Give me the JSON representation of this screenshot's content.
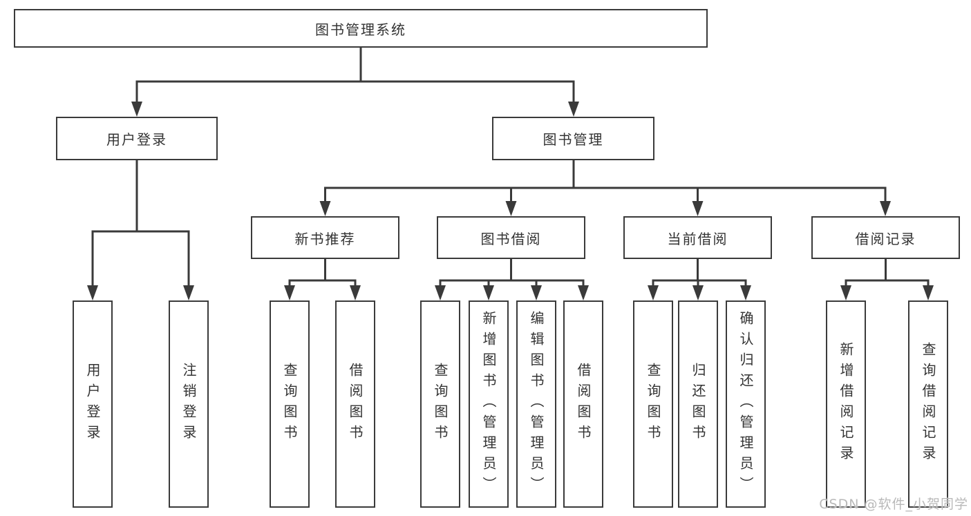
{
  "diagram": {
    "title": "图书管理系统",
    "level2": {
      "user_login": "用户登录",
      "book_mgmt": "图书管理"
    },
    "level3": {
      "new_book": "新书推荐",
      "book_borrow": "图书借阅",
      "current_borrow": "当前借阅",
      "borrow_record": "借阅记录"
    },
    "leaves": {
      "user_login": [
        "用户登录",
        "注销登录"
      ],
      "new_book": [
        "查询图书",
        "借阅图书"
      ],
      "book_borrow": [
        "查询图书",
        "新增图书（管理员）",
        "编辑图书（管理员）",
        "借阅图书"
      ],
      "current_borrow": [
        "查询图书",
        "归还图书",
        "确认归还（管理员）"
      ],
      "borrow_record": [
        "新增借阅记录",
        "查询借阅记录"
      ]
    }
  },
  "watermark": "CSDN @软件_小贺同学",
  "colors": {
    "line": "#3a3a3a",
    "text": "#333333",
    "background": "#ffffff",
    "watermark": "#b9b9b9"
  }
}
